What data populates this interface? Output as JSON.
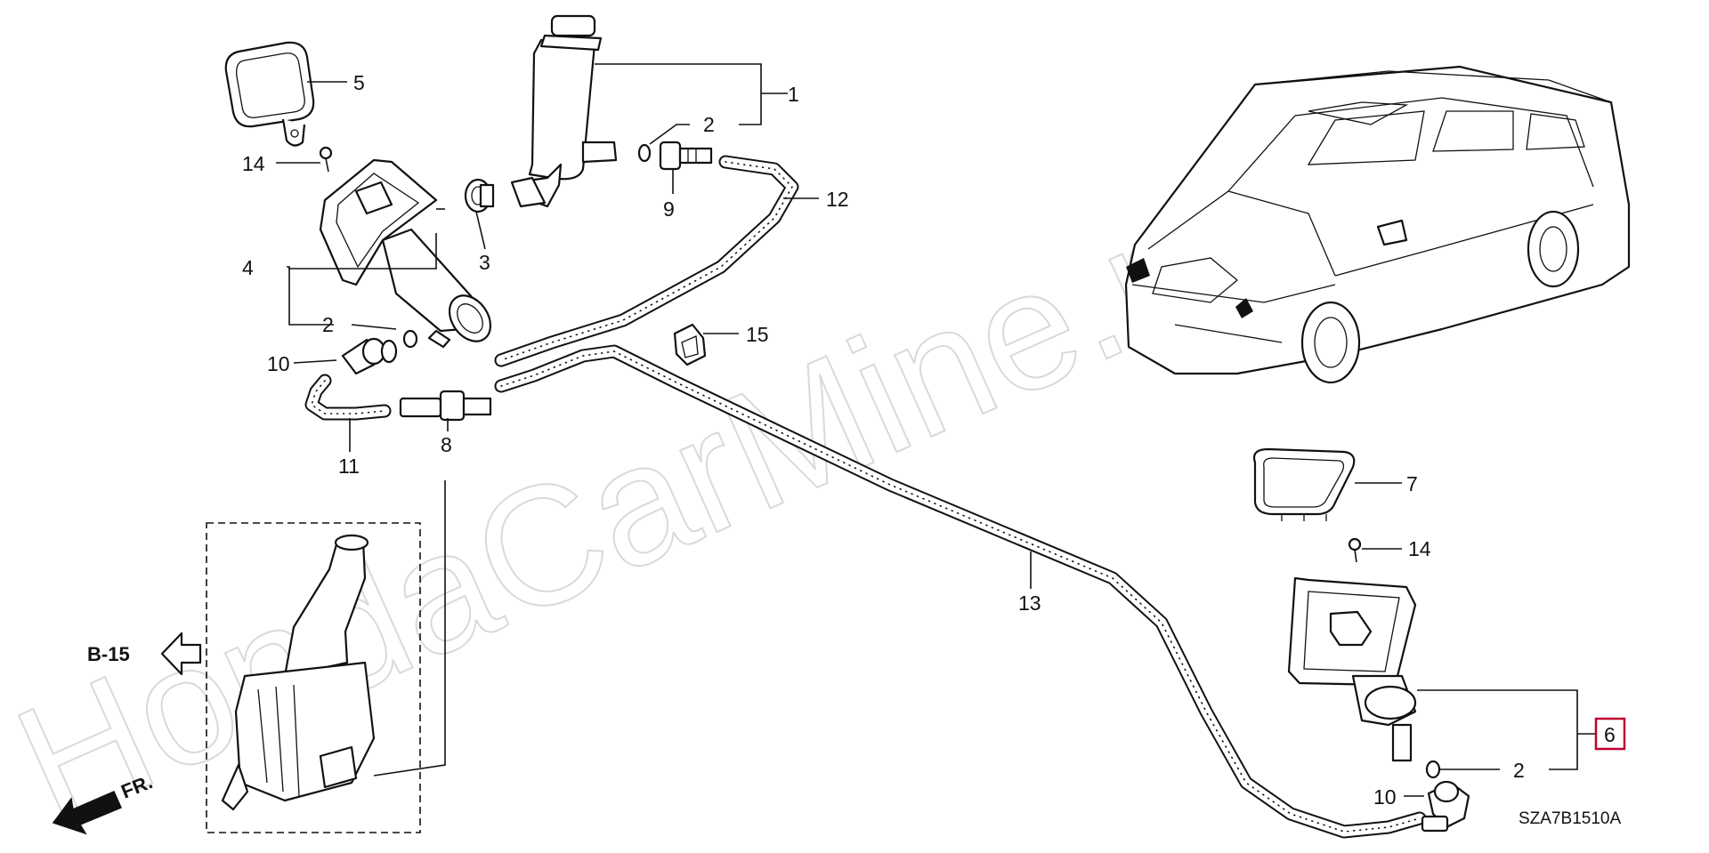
{
  "diagram": {
    "watermark": "HondaCarMine.ru",
    "reference_code": "SZA7B1510A",
    "ref_arrow_label": "B-15",
    "front_label": "FR.",
    "highlight_color": "#c00030",
    "callouts": {
      "c1": "1",
      "c2a": "2",
      "c2b": "2",
      "c2c": "2",
      "c3": "3",
      "c4": "4",
      "c5": "5",
      "c6": "6",
      "c7": "7",
      "c8": "8",
      "c9": "9",
      "c10a": "10",
      "c10b": "10",
      "c11": "11",
      "c12": "12",
      "c13": "13",
      "c14a": "14",
      "c14b": "14",
      "c15": "15"
    }
  }
}
